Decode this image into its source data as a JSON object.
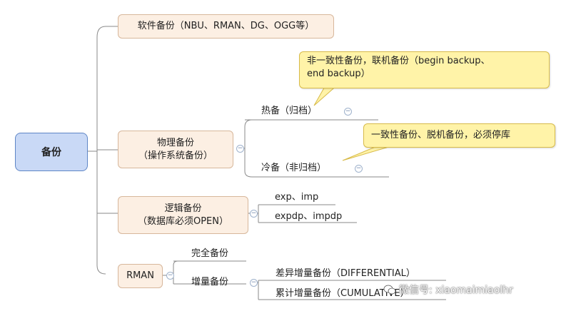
{
  "root": {
    "label": "备份"
  },
  "branches": {
    "software": {
      "label": "软件备份（NBU、RMAN、DG、OGG等）"
    },
    "physical": {
      "label_line1": "物理备份",
      "label_line2": "（操作系统备份）",
      "hot": {
        "label": "热备（归档）",
        "note_line1": "非一致性备份，联机备份（begin backup、",
        "note_line2": "end backup）"
      },
      "cold": {
        "label": "冷备（非归档）",
        "note": "一致性备份、脱机备份，必须停库"
      }
    },
    "logical": {
      "label_line1": "逻辑备份",
      "label_line2": "（数据库必须OPEN）",
      "items": [
        "exp、imp",
        "expdp、impdp"
      ]
    },
    "rman": {
      "label": "RMAN",
      "full": {
        "label": "完全备份"
      },
      "incremental": {
        "label": "增量备份",
        "items": [
          "差异增量备份（DIFFERENTIAL）",
          "累计增量备份（CUMULATIVE）"
        ]
      }
    }
  },
  "watermark": {
    "text": "微信号: xiaomaimiaolhr"
  },
  "colors": {
    "root_fill": "#c9d9f6",
    "node_fill": "#fcefe3",
    "callout_fill": "#fff3a8",
    "line": "#8a8a8a"
  }
}
